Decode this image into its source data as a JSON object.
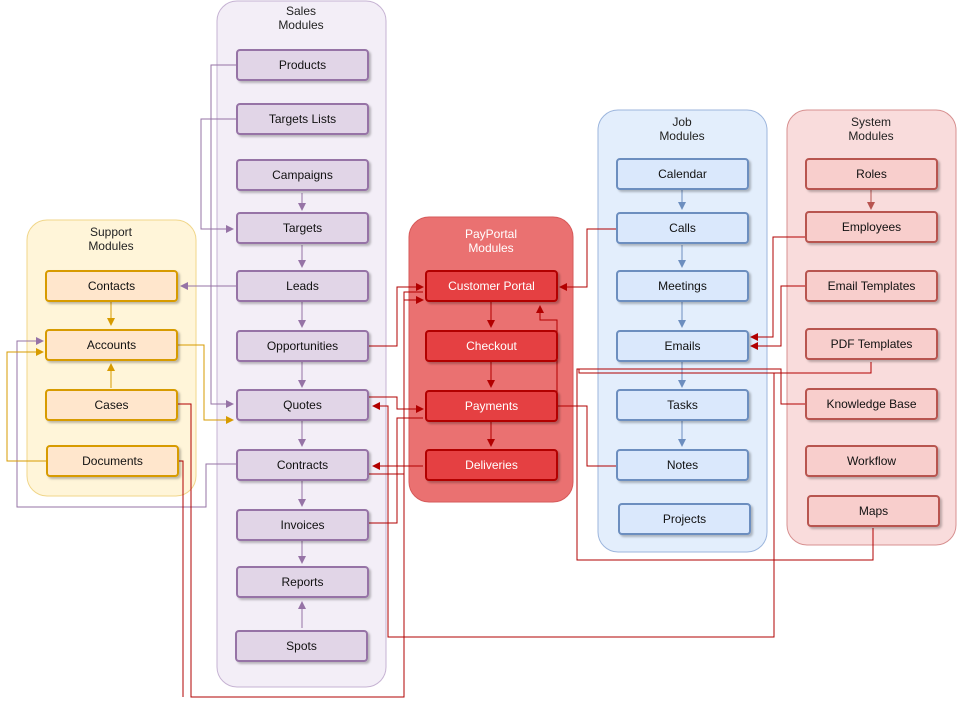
{
  "groups": {
    "sales": {
      "title": [
        "Sales",
        "Modules"
      ]
    },
    "support": {
      "title": [
        "Support",
        "Modules"
      ]
    },
    "payportal": {
      "title": [
        "PayPortal",
        "Modules"
      ]
    },
    "job": {
      "title": [
        "Job",
        "Modules"
      ]
    },
    "system": {
      "title": [
        "System",
        "Modules"
      ]
    }
  },
  "nodes": {
    "products": "Products",
    "target_lists": "Targets Lists",
    "campaigns": "Campaigns",
    "targets": "Targets",
    "leads": "Leads",
    "opportunities": "Opportunities",
    "quotes": "Quotes",
    "contracts": "Contracts",
    "invoices": "Invoices",
    "reports": "Reports",
    "spots": "Spots",
    "contacts": "Contacts",
    "accounts": "Accounts",
    "cases": "Cases",
    "documents": "Documents",
    "customer_portal": "Customer Portal",
    "checkout": "Checkout",
    "payments": "Payments",
    "deliveries": "Deliveries",
    "calendar": "Calendar",
    "calls": "Calls",
    "meetings": "Meetings",
    "emails": "Emails",
    "tasks": "Tasks",
    "notes": "Notes",
    "projects": "Projects",
    "roles": "Roles",
    "employees": "Employees",
    "email_templates": "Email Templates",
    "pdf_templates": "PDF Templates",
    "knowledge_base": "Knowledge Base",
    "workflow": "Workflow",
    "maps": "Maps"
  },
  "colors": {
    "sales_fill": "#e1d5e7",
    "sales_stroke": "#9673a6",
    "sales_bg": "#f3eef7",
    "support_fill": "#ffe6cc",
    "support_stroke": "#d79b00",
    "support_bg": "#fff5d9",
    "payportal_fill": "#e53f42",
    "payportal_stroke": "#b20000",
    "payportal_bg": "#ea7171",
    "job_fill": "#dae8fc",
    "job_stroke": "#6c8ebf",
    "job_bg": "#e3eefc",
    "system_fill": "#f8cecc",
    "system_stroke": "#b85450",
    "system_bg": "#f9dcdc"
  }
}
